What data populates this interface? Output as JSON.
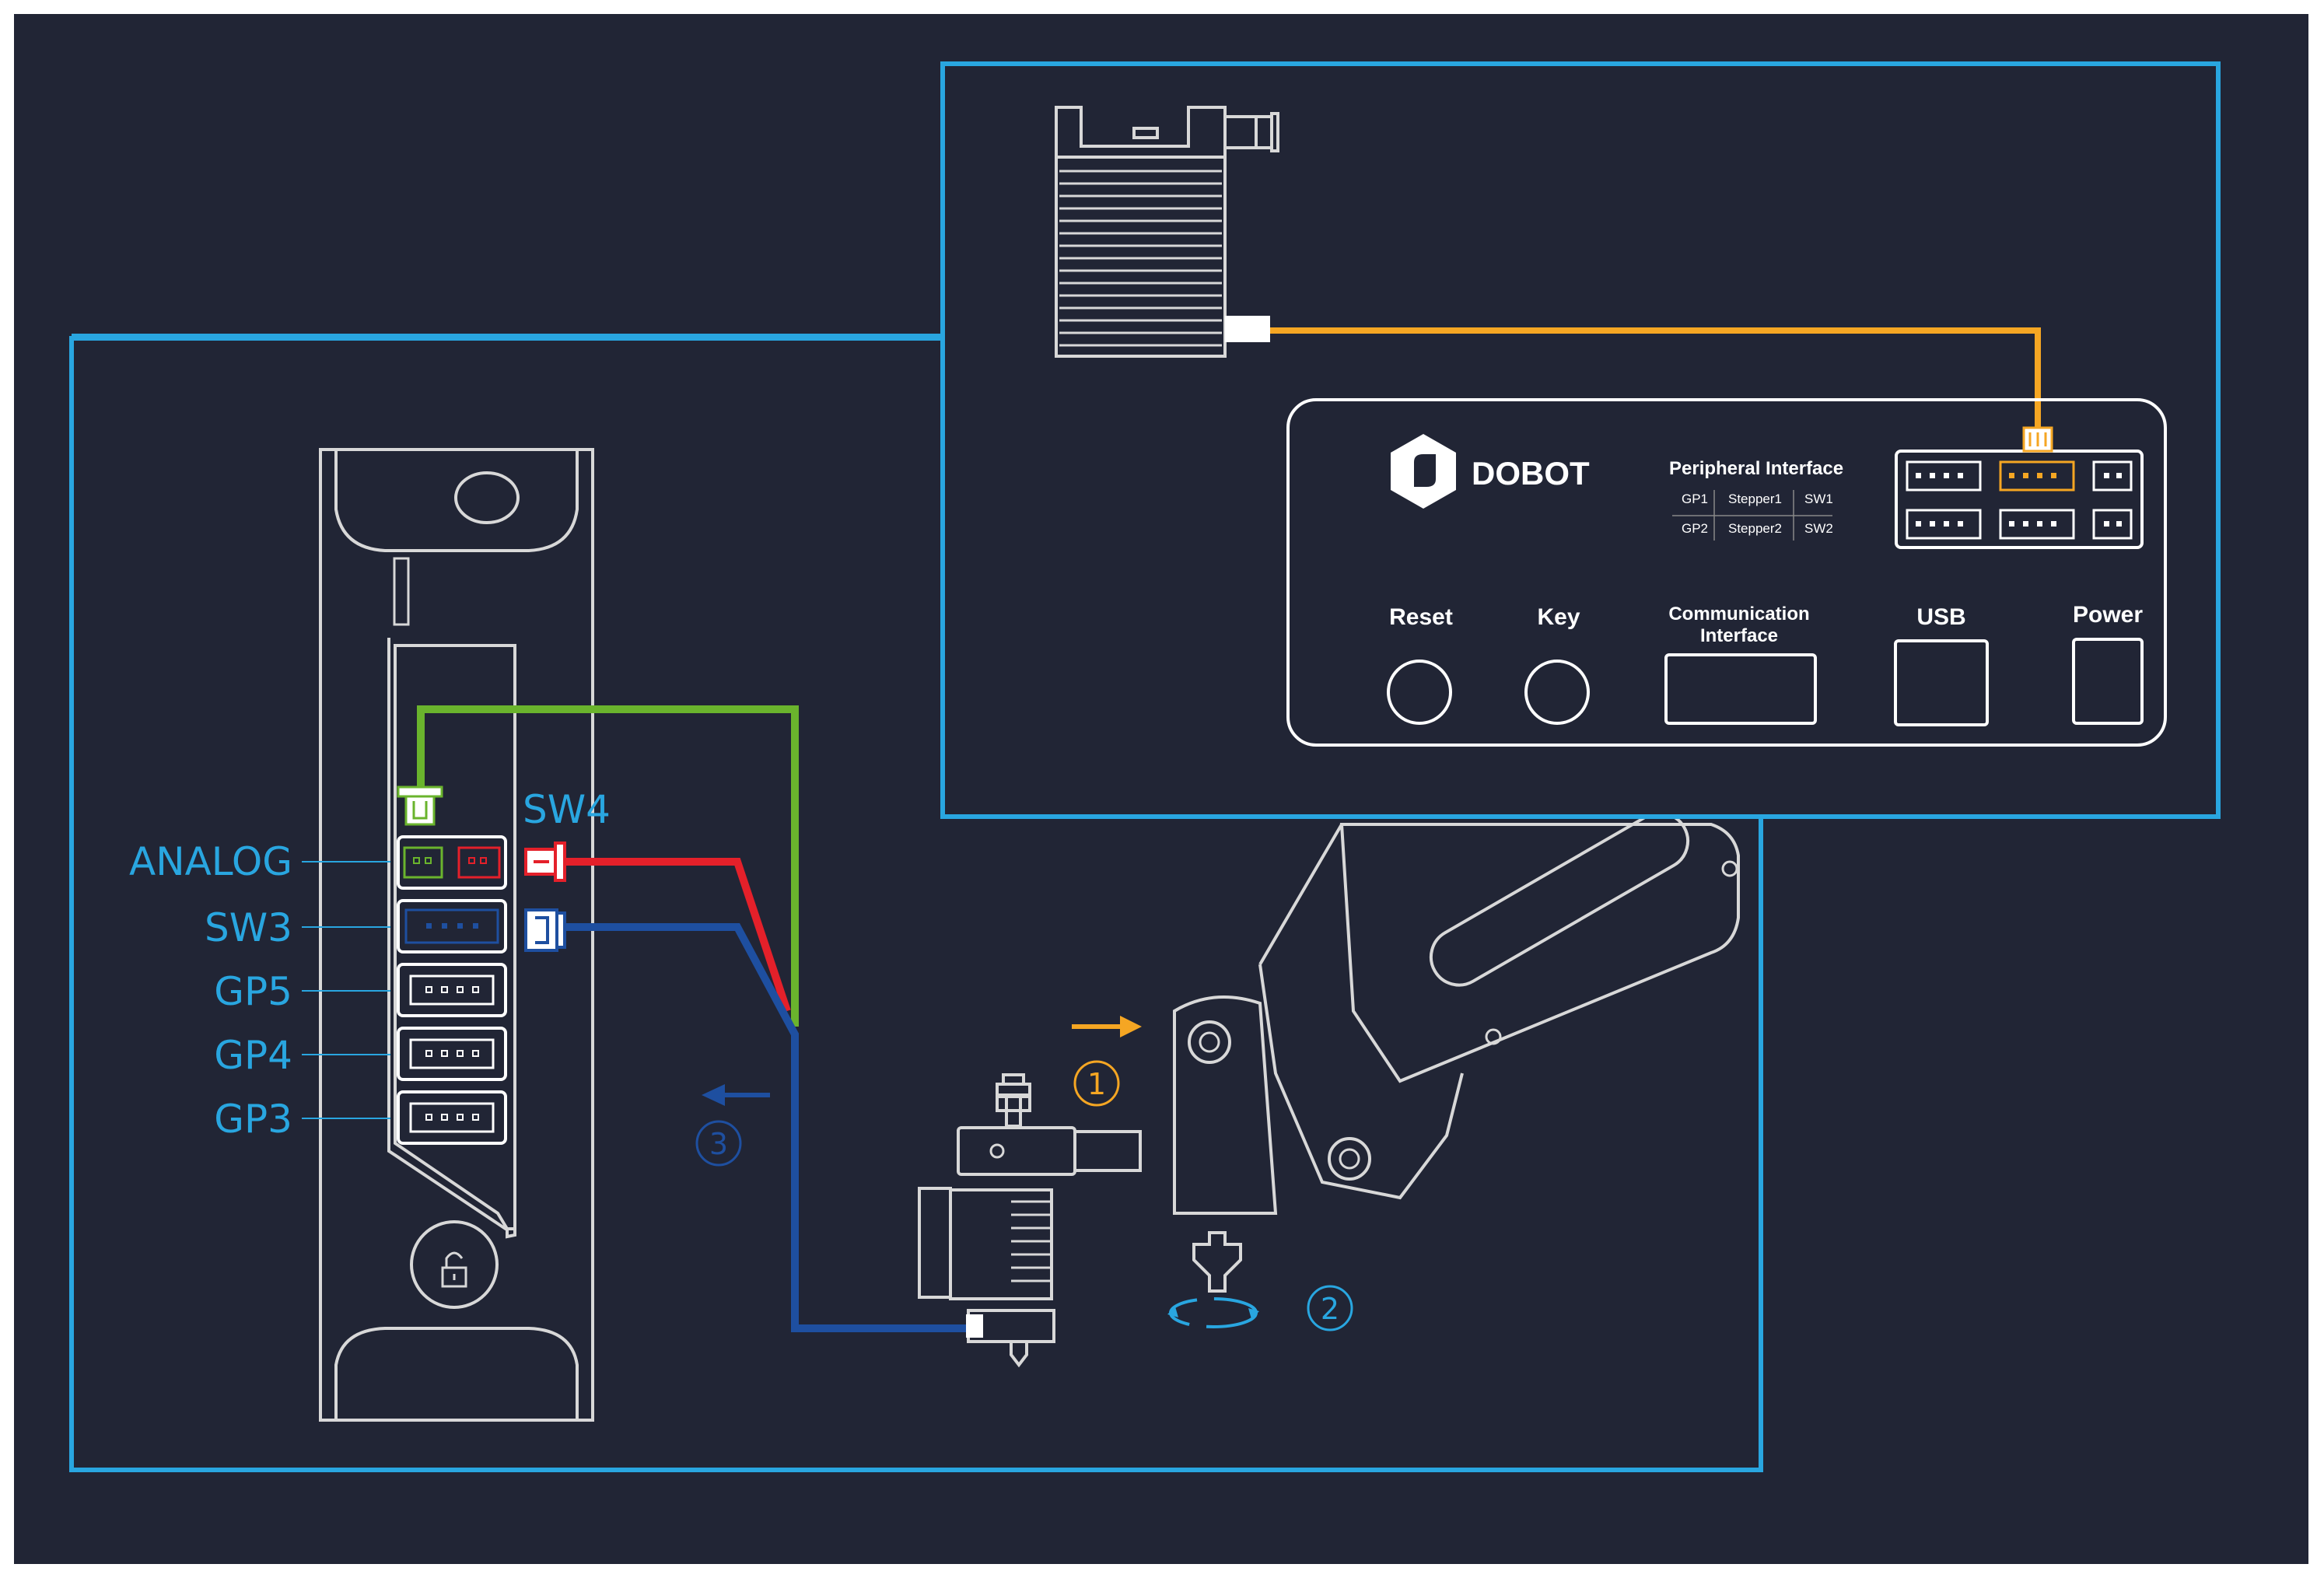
{
  "colors": {
    "background": "#212535",
    "frame": "#ffffff",
    "highlight_box": "#29a6e0",
    "wire_orange": "#f5a623",
    "wire_green": "#6ab42d",
    "wire_red": "#e4202a",
    "wire_blue": "#1e4fa0",
    "label_blue": "#29a6e0",
    "outline": "#d8d8d8"
  },
  "extruder_ports": {
    "labels": [
      "ANALOG",
      "SW3",
      "GP5",
      "GP4",
      "GP3"
    ],
    "sw4_label": "SW4"
  },
  "controller": {
    "brand": "DOBOT",
    "peripheral_title": "Peripheral Interface",
    "peripheral_row1": [
      "GP1",
      "Stepper1",
      "SW1"
    ],
    "peripheral_row2": [
      "GP2",
      "Stepper2",
      "SW2"
    ],
    "reset_label": "Reset",
    "key_label": "Key",
    "comm_line1": "Communication",
    "comm_line2": "Interface",
    "usb_label": "USB",
    "power_label": "Power"
  },
  "steps": {
    "step1": "1",
    "step2": "2",
    "step3": "3"
  }
}
